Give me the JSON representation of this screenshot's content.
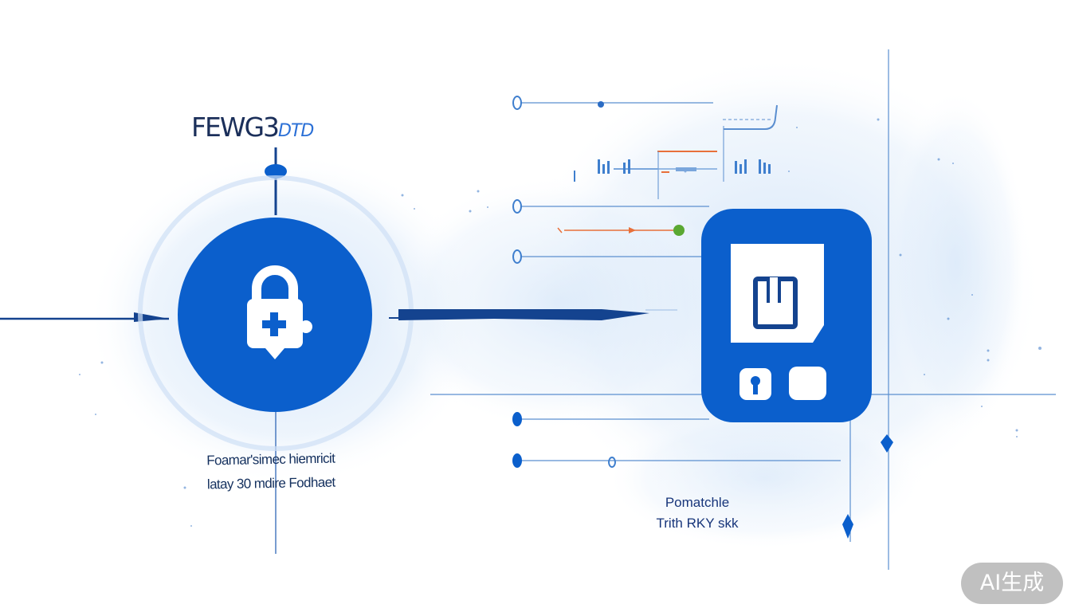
{
  "diagram": {
    "heading_main": "FEWG3",
    "heading_tail": "DTD",
    "left_caption": {
      "line1": "Foamar'simec hiemricit",
      "line2": "latay 30 mdire Fodhaet"
    },
    "right_caption": {
      "line1": "Pomatchle",
      "line2": "Trith RKY skk"
    }
  },
  "watermark": {
    "label": "AI生成"
  },
  "colors": {
    "primary_blue": "#0b5fcc",
    "dark_blue": "#14438f",
    "line_blue": "#5b8fd0",
    "accent_orange": "#e8703a",
    "accent_green": "#5aa832",
    "background_wash": "#d9e8f8"
  },
  "icons": {
    "center_node": "lock-icon",
    "right_node": "device-icon"
  }
}
